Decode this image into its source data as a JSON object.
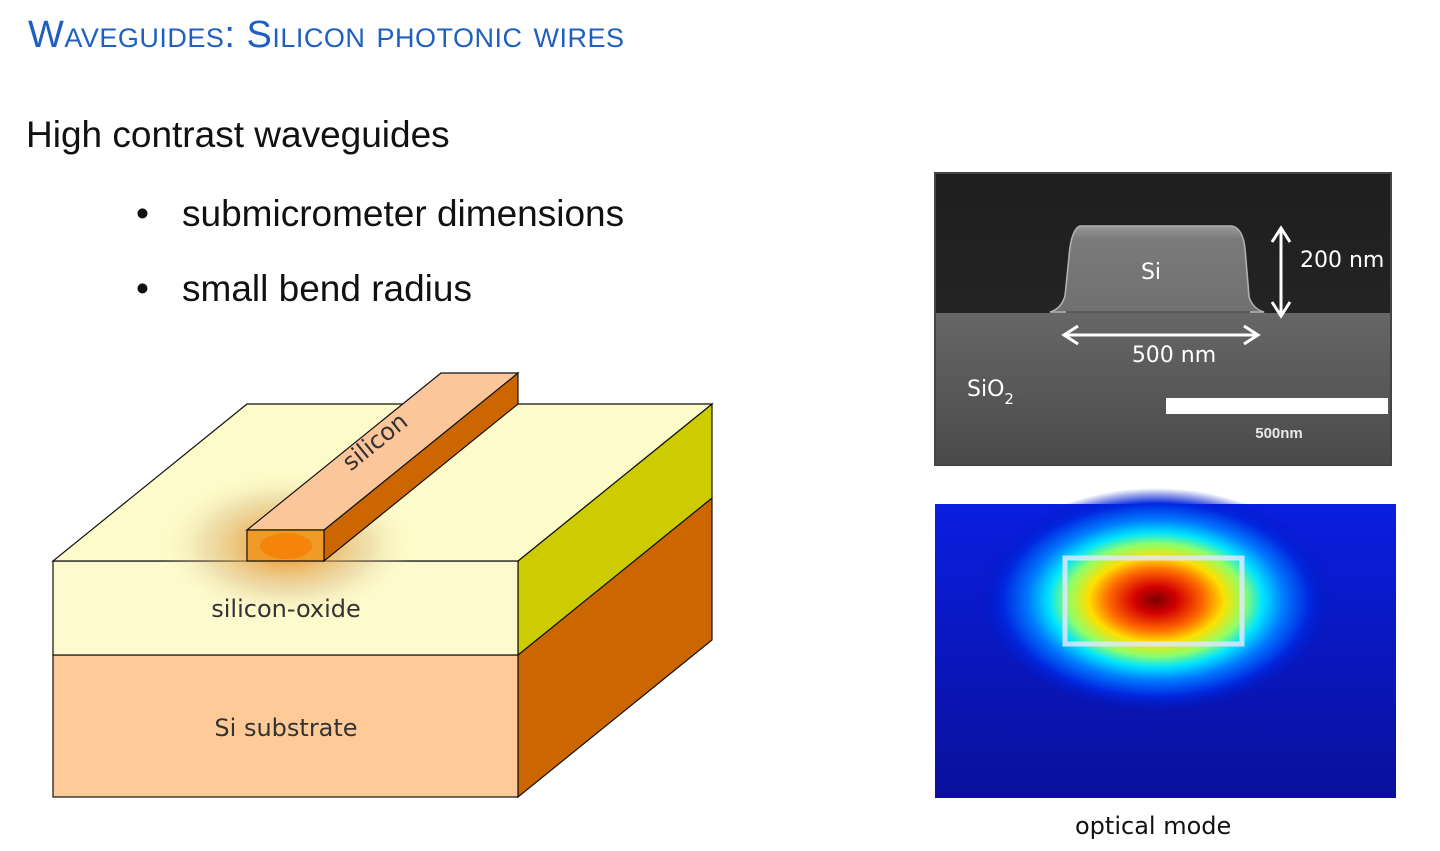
{
  "slide": {
    "title": "Waveguides: Silicon photonic wires",
    "subtitle": "High contrast waveguides",
    "bullets": [
      {
        "marker": "•",
        "text": "submicrometer dimensions"
      },
      {
        "marker": "•",
        "text": "small bend radius"
      }
    ]
  },
  "diagram": {
    "waveguide_label": "silicon",
    "cladding_label": "silicon-oxide",
    "substrate_label": "Si substrate"
  },
  "sem_image": {
    "core_label": "Si",
    "height_label": "200 nm",
    "width_label": "500 nm",
    "oxide_label_base": "SiO",
    "oxide_label_sub": "2",
    "scalebar_label": "500nm"
  },
  "mode_image": {
    "caption": "optical mode"
  },
  "colors": {
    "title": "#1f5fbf",
    "oxide_top": "#fdfbc9",
    "oxide_front": "#fdfacd",
    "oxide_side": "#cccc00",
    "substrate_front": "#fecb98",
    "substrate_side": "#cc6600",
    "silicon_top": "#fbc79a",
    "silicon_side": "#cc6600",
    "silicon_end": "#f09a28"
  }
}
